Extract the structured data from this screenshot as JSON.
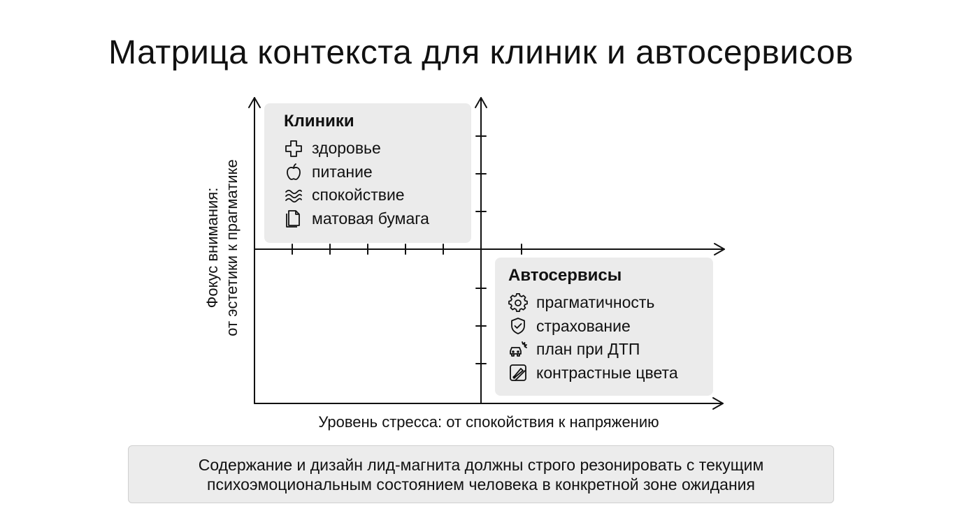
{
  "title": "Матрица контекста для клиник и автосервисов",
  "axes": {
    "y_label_line1": "Фокус внимания:",
    "y_label_line2": "от эстетики к прагматике",
    "x_label": "Уровень стресса: от спокойствия к напряжению"
  },
  "clinics": {
    "heading": "Клиники",
    "items": [
      {
        "label": "здоровье",
        "icon": "medical-cross-icon"
      },
      {
        "label": "питание",
        "icon": "apple-icon"
      },
      {
        "label": "спокойствие",
        "icon": "waves-icon"
      },
      {
        "label": "матовая бумага",
        "icon": "document-icon"
      }
    ]
  },
  "auto": {
    "heading": "Автосервисы",
    "items": [
      {
        "label": "прагматичность",
        "icon": "gear-icon"
      },
      {
        "label": "страхование",
        "icon": "shield-check-icon"
      },
      {
        "label": "план при ДТП",
        "icon": "car-crash-icon"
      },
      {
        "label": "контрастные цвета",
        "icon": "color-swatch-icon"
      }
    ]
  },
  "note": {
    "line1": "Содержание и дизайн лид-магнита должны строго резонировать с текущим",
    "line2": "психоэмоциональным состоянием человека в конкретной зоне ожидания"
  },
  "colors": {
    "card_bg": "#ebebeb",
    "note_bg": "#ececec",
    "ink": "#111111"
  }
}
